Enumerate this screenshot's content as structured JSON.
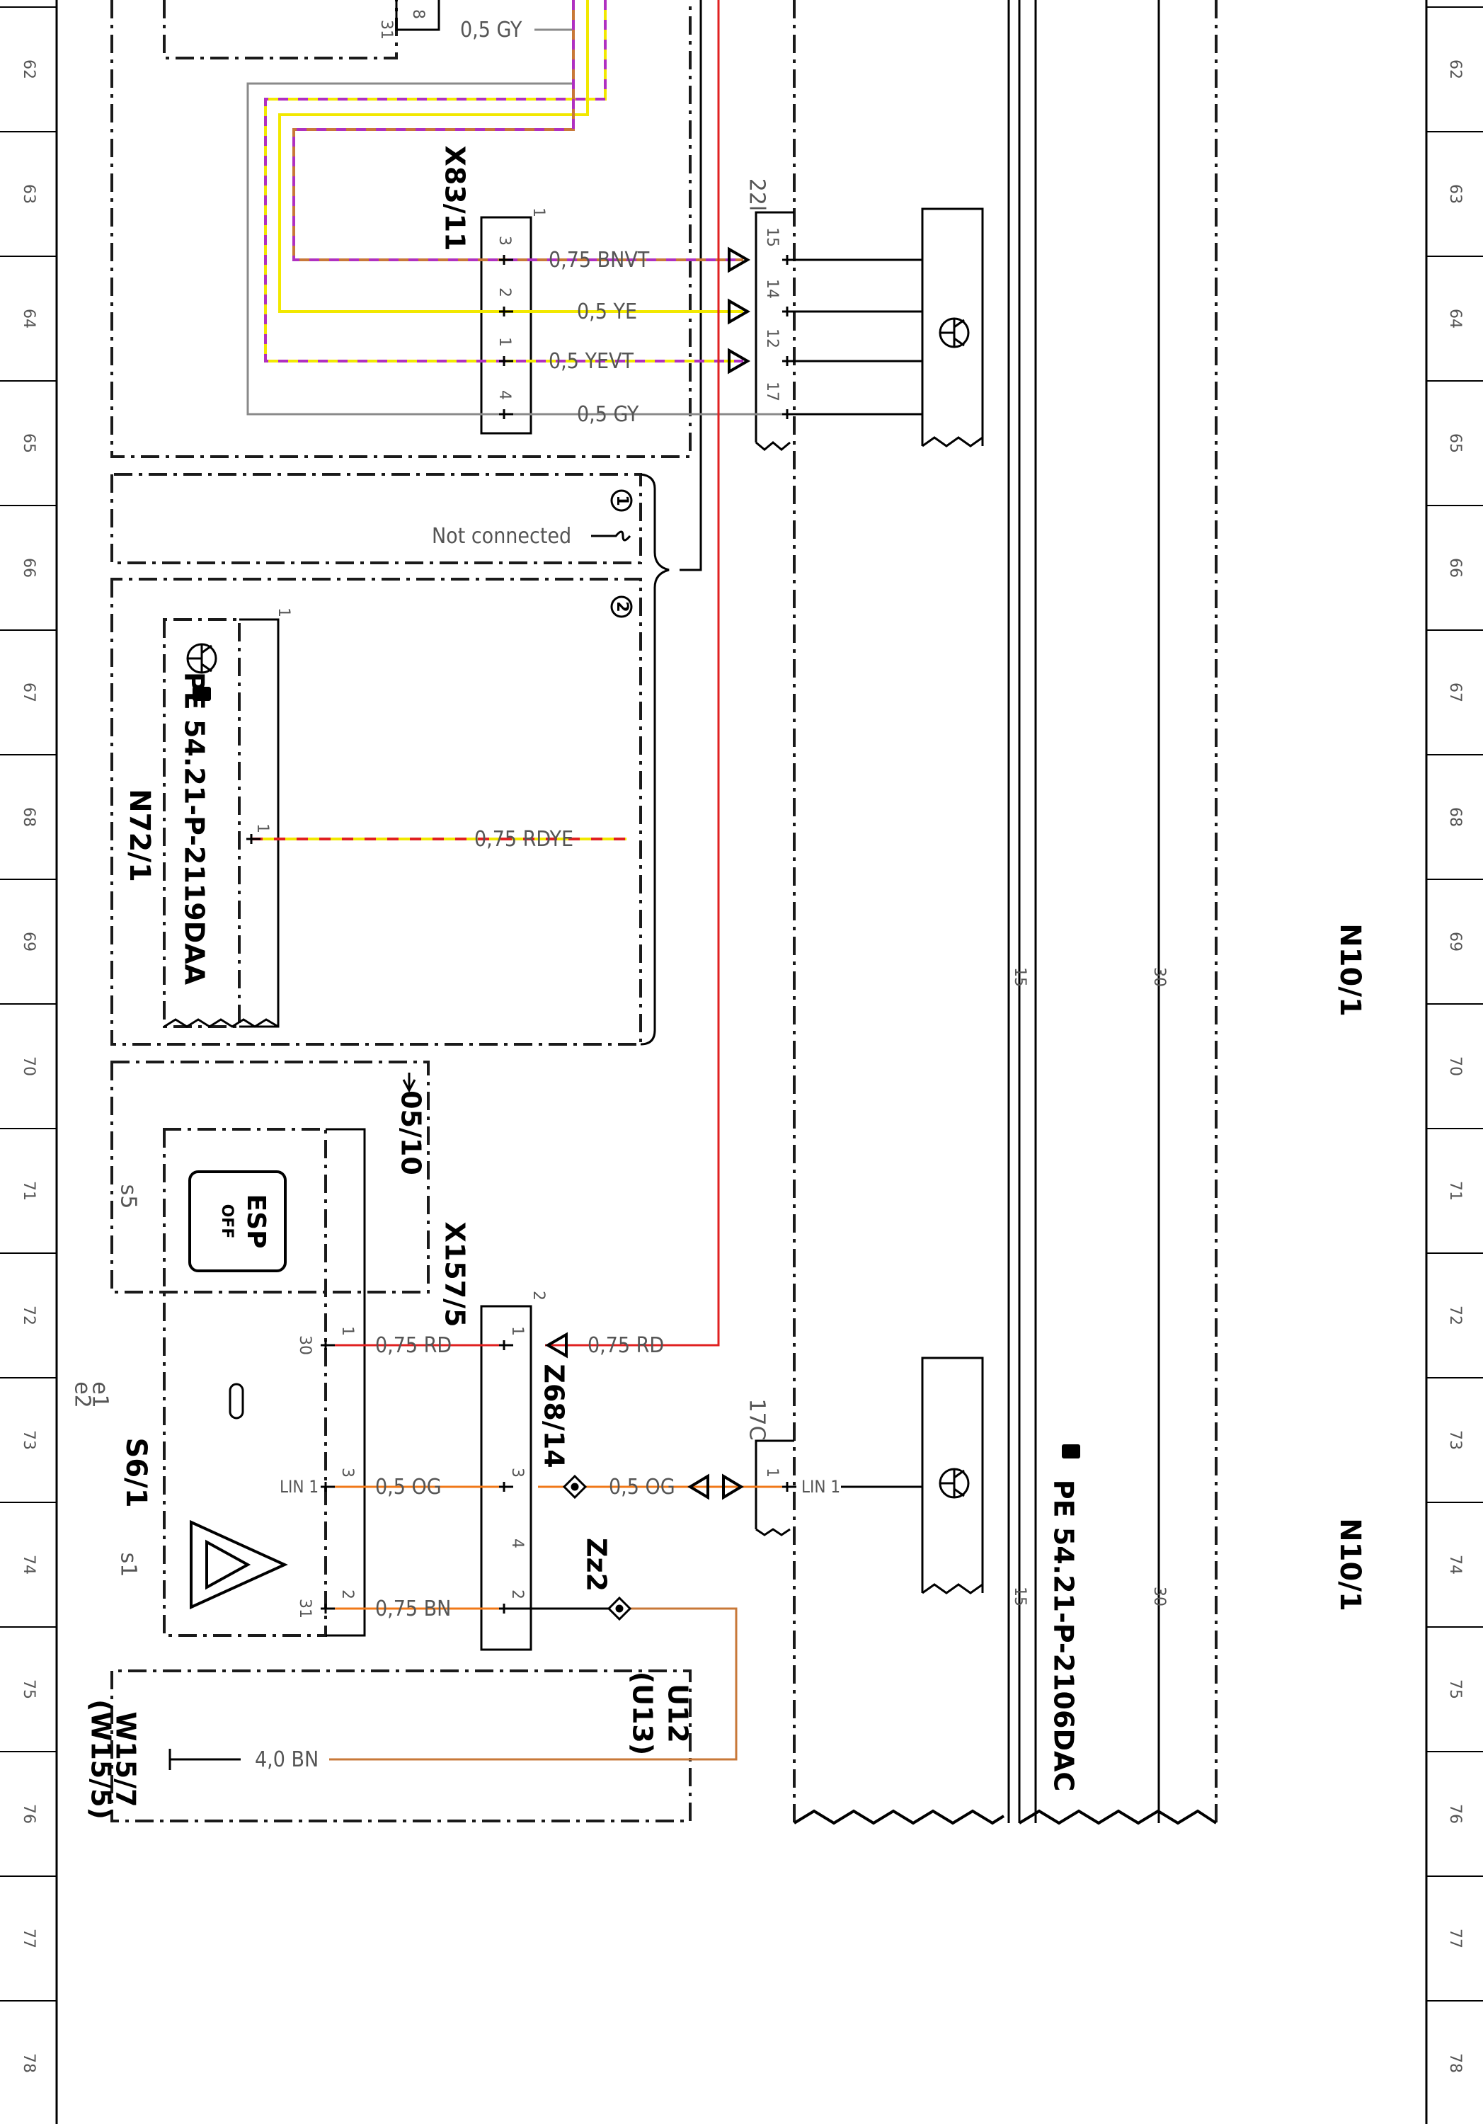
{
  "ruler_numbers": [
    "62",
    "63",
    "64",
    "65",
    "66",
    "67",
    "68",
    "69",
    "70",
    "71",
    "72",
    "73",
    "74",
    "75",
    "76",
    "77",
    "78"
  ],
  "components": {
    "x83_11": "X83/11",
    "n72_1": "N72/1",
    "pe_2119": "PE 54.21-P-2119DAA",
    "x157_5": "X157/5",
    "z68_14": "Z68/14",
    "zz2": "Zz2",
    "s6_1": "S6/1",
    "e1": "e1",
    "e2": "e2",
    "s1": "s1",
    "s5": "s5",
    "esp": "ESP",
    "esp_off": "OFF",
    "u12": "U12",
    "u13": "(U13)",
    "w15_7": "W15/7",
    "w15_5": "(W15/5)",
    "n10_1_top": "N10/1",
    "n10_1_bottom": "N10/1",
    "pe_2106": "PE 54.21-P-2106DAC",
    "ref_0510": "05/10",
    "conn_22l": "22l",
    "conn_17c": "17C",
    "not_connected": "Not connected",
    "circle1": "1",
    "circle2": "2",
    "lin1_left": "LIN 1",
    "lin1_right": "LIN 1",
    "bus15": "15",
    "bus30": "30"
  },
  "wires": {
    "gy_top": "0,5 GY",
    "bnvt": "0,75 BNVT",
    "ye": "0,5 YE",
    "yevt": "0,5 YEVT",
    "gy": "0,5 GY",
    "rdye": "0,75 RDYE",
    "rd_left": "0,75 RD",
    "rd_right": "0,75 RD",
    "og_left": "0,5 OG",
    "og_right": "0,5 OG",
    "bn": "0,75 BN",
    "bn4": "4,0 BN"
  },
  "pins": {
    "p31_top": "31",
    "p8_top": "8",
    "x83_h": "1",
    "x83_3": "3",
    "x83_2": "2",
    "x83_1": "1",
    "x83_4": "4",
    "c22_15": "15",
    "c22_14": "14",
    "c22_12": "12",
    "c22_17": "17",
    "n72_a": "1",
    "n72_b": "1",
    "s6_30": "30",
    "s6_31": "31",
    "s6_1": "1",
    "s6_3": "3",
    "s6_2": "2",
    "x157_h": "2",
    "x157_1": "1",
    "x157_3": "3",
    "x157_4": "4",
    "x157_2": "2",
    "c17_1": "1"
  },
  "colors": {
    "line": "#000000",
    "dash_line": "#1a1a1a",
    "gray": "#8a8a8a",
    "yellow": "#f2e800",
    "violet": "#b030c0",
    "red": "#e02020",
    "orange": "#f07818",
    "brown": "#c87838",
    "text": "#555555"
  }
}
